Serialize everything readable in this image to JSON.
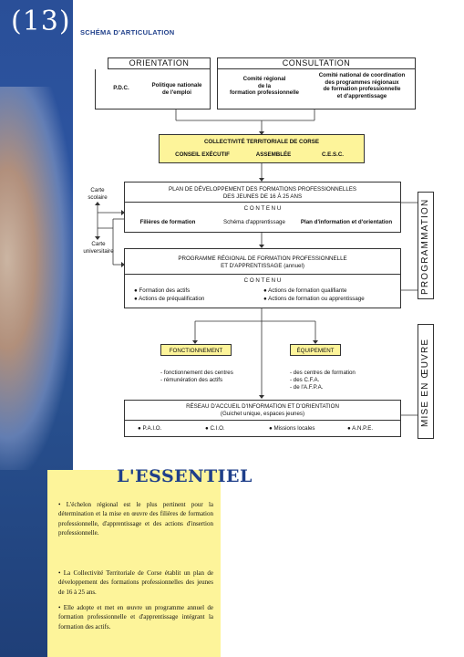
{
  "page_number": "(13)",
  "header": "SCHÉMA D'ARTICULATION",
  "orientation": {
    "title": "ORIENTATION",
    "col1": "P.D.C.",
    "col2": "Politique nationale\nde l'emploi"
  },
  "consultation": {
    "title": "CONSULTATION",
    "col1": "Comité régional\nde la\nformation professionnelle",
    "col2": "Comité national de coordination\ndes programmes régionaux\nde formation professionnelle\net d'apprentissage"
  },
  "collectivite": {
    "title": "COLLECTIVITÉ TERRITORIALE DE CORSE",
    "items": [
      "CONSEIL EXÉCUTIF",
      "ASSEMBLÉE",
      "C.E.S.C."
    ]
  },
  "side_labels": {
    "carte_scolaire": "Carte\nscolaire",
    "carte_universitaire": "Carte\nuniversitaire"
  },
  "plan": {
    "title": "PLAN DE DÉVELOPPEMENT DES FORMATIONS PROFESSIONNELLES\nDES JEUNES DE 16 À 25 ANS",
    "contenu": "C O N T E N U",
    "items": [
      "Filières de formation",
      "Schéma d'apprentissage",
      "Plan d'information et d'orientation"
    ]
  },
  "programme": {
    "title": "PROGRAMME RÉGIONAL DE FORMATION PROFESSIONNELLE\nET D'APPRENTISSAGE (annuel)",
    "contenu": "C O N T E N U",
    "left": [
      "Formation des actifs",
      "Actions de préqualification"
    ],
    "right": [
      "Actions de formation qualifiante",
      "Actions de formation ou apprentissage"
    ]
  },
  "fonctionnement": {
    "title": "FONCTIONNEMENT",
    "items": [
      "- fonctionnement des centres",
      "- rémunération des actifs"
    ]
  },
  "equipement": {
    "title": "ÉQUIPEMENT",
    "items": [
      "- des centres de formation",
      "- des C.F.A.",
      "- de l'A.F.P.A."
    ]
  },
  "reseau": {
    "title": "RÉSEAU D'ACCUEIL D'INFORMATION ET D'ORIENTATION",
    "subtitle": "(Guichet unique, espaces jeunes)",
    "items": [
      "P.A.I.O.",
      "C.I.O.",
      "Missions locales",
      "A.N.P.E."
    ]
  },
  "vertical_labels": {
    "programmation": "PROGRAMMATION",
    "mise_en_oeuvre": "MISE EN ŒUVRE"
  },
  "essentiel": {
    "title": "L'ESSENTIEL",
    "paragraphs": [
      "• L'échelon régional est le plus pertinent pour la détermination et la mise en œuvre des filières de formation professionnelle, d'apprentissage et des actions d'insertion professionnelle.",
      "• La Collectivité Territoriale de Corse établit un plan de développement des formations professionnelles des jeunes de 16 à 25 ans.",
      "• Elle adopte et met en œuvre un programme annuel de formation professionnelle et d'apprentissage intégrant la formation des actifs."
    ]
  },
  "colors": {
    "band_blue": "#2a4f98",
    "title_blue": "#1f3f8a",
    "highlight_yellow": "#fdf49a"
  }
}
